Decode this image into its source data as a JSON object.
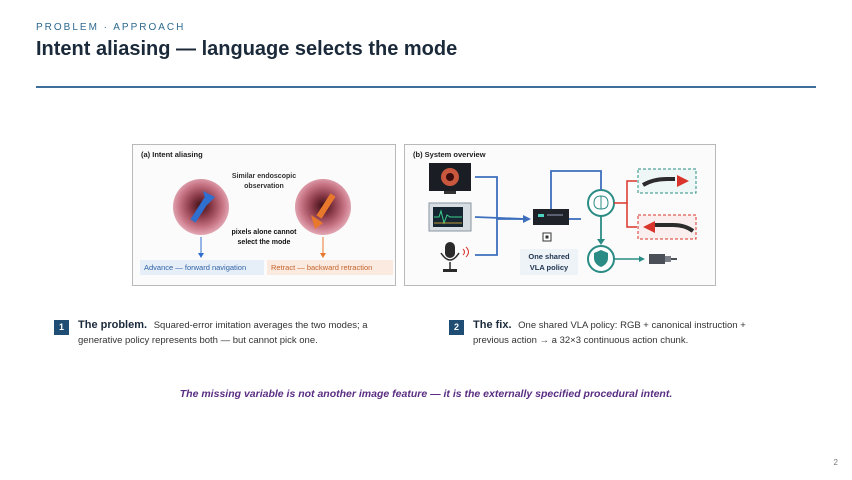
{
  "slide": {
    "kicker": "PROBLEM · APPROACH",
    "title": "Intent aliasing — language selects the mode",
    "page_number": "2"
  },
  "figure": {
    "panel_a": {
      "title": "(a)  Intent aliasing",
      "observation_line1": "Similar endoscopic",
      "observation_line2": "observation",
      "pixels_line1": "pixels alone cannot",
      "pixels_line2": "select the mode",
      "advance_label": "Advance — forward navigation",
      "retract_label": "Retract — backward retraction"
    },
    "panel_b": {
      "title": "(b)  System overview",
      "policy_line1": "One shared",
      "policy_line2": "VLA policy"
    },
    "colors": {
      "advance": "#2f6fd0",
      "retract": "#e8782c",
      "flow": "#3d6fbd",
      "teal": "#2a8c84",
      "red": "#d9342b"
    },
    "icons": [
      "endoscope-monitor-icon",
      "vital-signs-monitor-icon",
      "microphone-icon",
      "policy-computer-icon",
      "brain-icon",
      "shield-icon",
      "robot-actuator-icon"
    ]
  },
  "steps": [
    {
      "number": "1",
      "heading": "The problem.",
      "text": "Squared-error imitation averages the two modes; a generative policy represents both — but cannot pick one."
    },
    {
      "number": "2",
      "heading": "The fix.",
      "text": "One shared VLA policy: RGB + canonical instruction + previous action → a 32×3 continuous action chunk."
    }
  ],
  "callout": "The missing variable is not another image feature — it is the externally specified procedural intent."
}
